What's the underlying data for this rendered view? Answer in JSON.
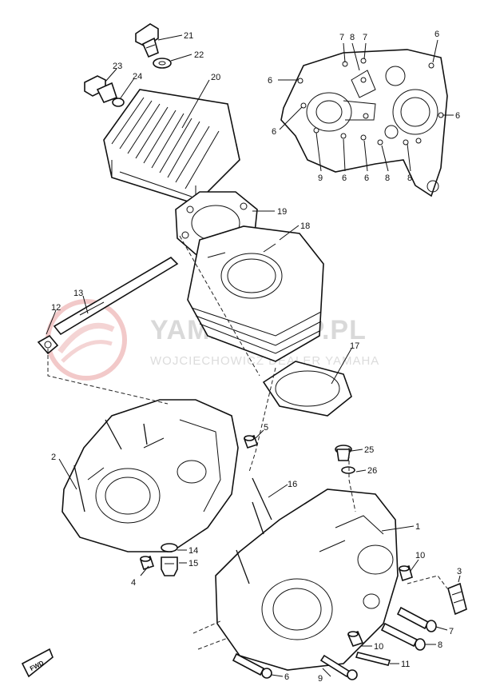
{
  "watermark": {
    "title": "YAMASKLEP.PL",
    "subtitle": "WOJCIECHOWICZ DEALER YAMAHA"
  },
  "fwd_badge": "FWD",
  "callouts": [
    {
      "label": "21"
    },
    {
      "label": "22"
    },
    {
      "label": "23"
    },
    {
      "label": "24"
    },
    {
      "label": "20"
    },
    {
      "label": "19"
    },
    {
      "label": "18"
    },
    {
      "label": "13"
    },
    {
      "label": "12"
    },
    {
      "label": "17"
    },
    {
      "label": "5"
    },
    {
      "label": "2"
    },
    {
      "label": "16"
    },
    {
      "label": "25"
    },
    {
      "label": "26"
    },
    {
      "label": "1"
    },
    {
      "label": "14"
    },
    {
      "label": "15"
    },
    {
      "label": "4"
    },
    {
      "label": "10"
    },
    {
      "label": "3"
    },
    {
      "label": "7"
    },
    {
      "label": "8"
    },
    {
      "label": "10"
    },
    {
      "label": "11"
    },
    {
      "label": "9"
    },
    {
      "label": "6"
    },
    {
      "label": "7"
    },
    {
      "label": "8"
    },
    {
      "label": "7"
    },
    {
      "label": "6"
    },
    {
      "label": "6"
    },
    {
      "label": "6"
    },
    {
      "label": "6"
    },
    {
      "label": "9"
    },
    {
      "label": "6"
    },
    {
      "label": "6"
    },
    {
      "label": "8"
    },
    {
      "label": "8"
    }
  ]
}
